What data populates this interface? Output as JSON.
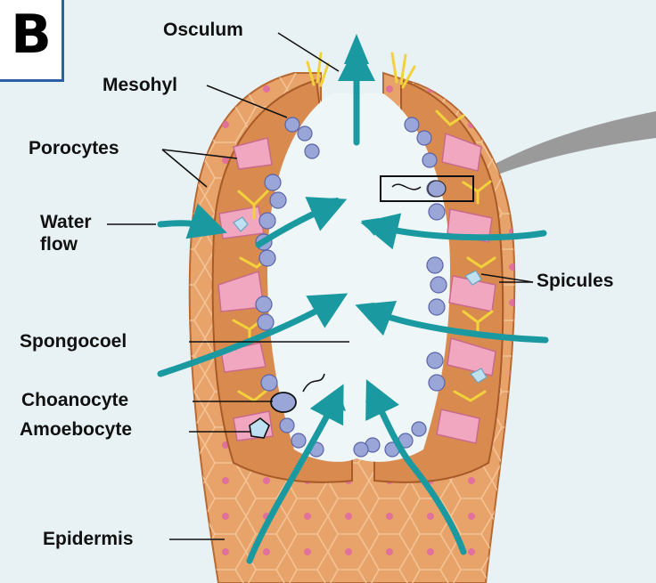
{
  "panel": {
    "letter": "B"
  },
  "labels": {
    "osculum": "Osculum",
    "mesohyl": "Mesohyl",
    "porocytes": "Porocytes",
    "water_flow_line1": "Water",
    "water_flow_line2": "flow",
    "spicules": "Spicules",
    "spongocoel": "Spongocoel",
    "choanocyte": "Choanocyte",
    "amoebocyte": "Amoebocyte",
    "epidermis": "Epidermis"
  },
  "colors": {
    "background": "#e8f2f4",
    "outer_wall": "#e8a36a",
    "body_wall": "#d98b4f",
    "porocyte": "#f2a7c0",
    "choanocyte": "#9aa6d8",
    "spicule": "#f2d23a",
    "water_arrow": "#1a9aa0",
    "panel_border": "#2c5fa8"
  }
}
